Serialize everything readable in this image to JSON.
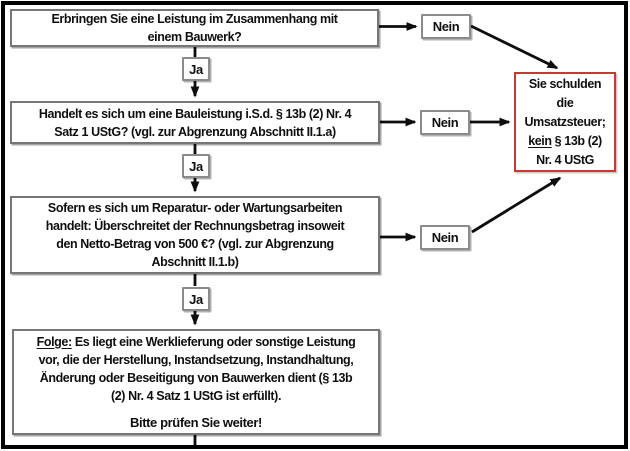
{
  "flowchart": {
    "yes_label": "Ja",
    "no_label": "Nein",
    "questions": {
      "q1": "Erbringen Sie eine Leistung im Zusammenhang mit\neinem Bauwerk?",
      "q2": "Handelt es sich um eine Bauleistung i.S.d. § 13b (2) Nr. 4\nSatz 1 UStG? (vgl. zur Abgrenzung Abschnitt II.1.a)",
      "q3": "Sofern es sich um Reparatur- oder Wartungsarbeiten\nhandelt: Überschreitet der Rechnungsbetrag insoweit\nden Netto-Betrag von 500 €? (vgl. zur Abgrenzung\nAbschnitt II.1.b)"
    },
    "result_box": {
      "top_lines": "Sie schulden\ndie\nUmsatzsteuer;",
      "kein": "kein",
      "kein_rest": " § 13b (2)",
      "bottom_line": "Nr. 4 UStG",
      "border_color": "#c23b35"
    },
    "final_box": {
      "lead": "Folge:",
      "body": " Es liegt eine Werklieferung oder sonstige Leistung\nvor, die der Herstellung, Instandsetzung, Instandhaltung,\nÄnderung oder Beseitigung von Bauwerken dient (§ 13b\n(2) Nr. 4 Satz 1 UStG ist erfüllt).",
      "emphasis": "Bitte prüfen Sie weiter!"
    }
  }
}
